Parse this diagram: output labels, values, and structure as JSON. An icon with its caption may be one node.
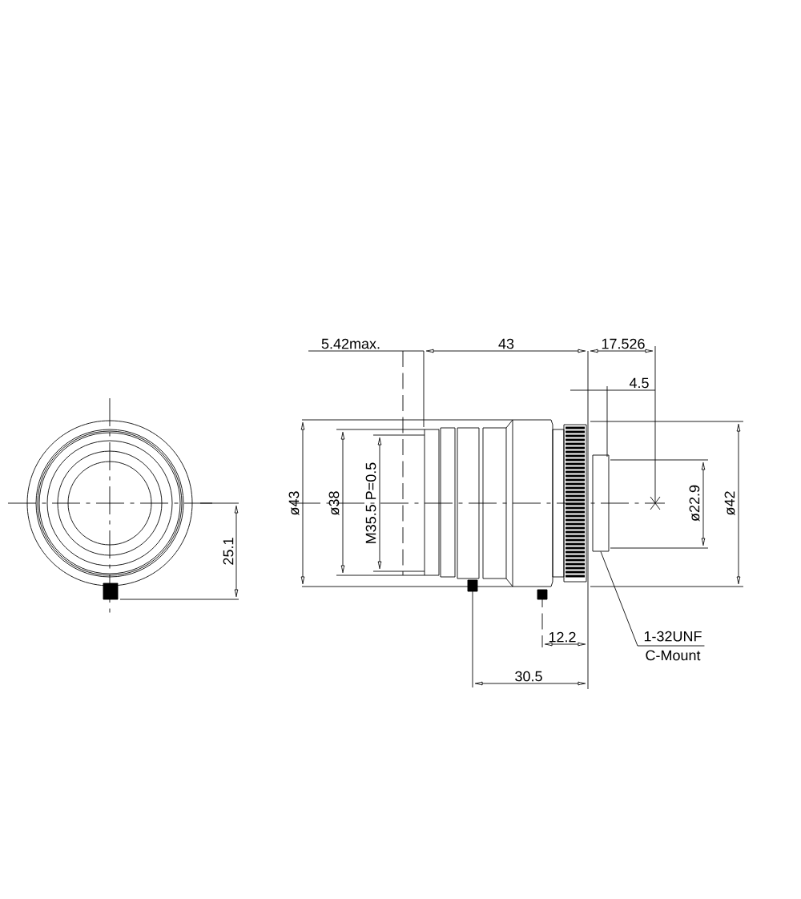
{
  "diagram": {
    "nodes": [
      {
        "text": [
          "1-32UNF",
          "C-Mount"
        ]
      },
      {
        "text": [],
        "shape": "box"
      }
    ],
    "edges": [
      {
        "from": 0,
        "to": 1,
        "arrow": "none"
      }
    ],
    "labels": [
      "5.42max.",
      "43",
      "17.526",
      "4.5",
      "ø43",
      "ø38",
      "M35.5 P=0.5",
      "ø22.9",
      "ø42",
      "25.1",
      "12.2",
      "30.5"
    ]
  }
}
